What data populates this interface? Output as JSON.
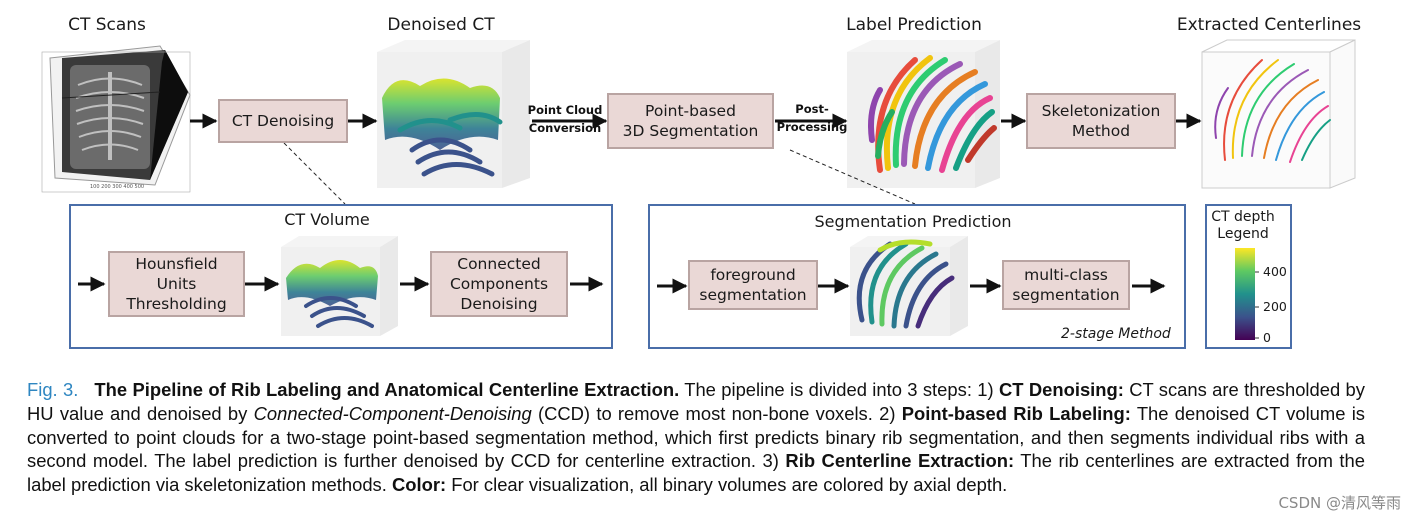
{
  "stages": {
    "ct_scans": "CT Scans",
    "denoised_ct": "Denoised CT",
    "label_prediction": "Label Prediction",
    "extracted_centerlines": "Extracted Centerlines"
  },
  "boxes": {
    "ct_denoising": "CT Denoising",
    "point_seg": "Point-based\n3D Segmentation",
    "skeleton": "Skeletonization\nMethod",
    "hounsfield": "Hounsfield\nUnits\nThresholding",
    "connected": "Connected\nComponents\nDenoising",
    "foreground": "foreground\nsegmentation",
    "multiclass": "multi-class\nsegmentation"
  },
  "arrow_labels": {
    "point_cloud": "Point Cloud\nConversion",
    "post_processing": "Post-\nProcessing"
  },
  "panels": {
    "ct_volume": "CT Volume",
    "segmentation_prediction": "Segmentation Prediction",
    "two_stage": "2-stage Method"
  },
  "legend": {
    "title": "CT depth\nLegend",
    "ticks": [
      "400",
      "200",
      "0"
    ],
    "colors": [
      "#fde725",
      "#5ec962",
      "#21918c",
      "#3b528b",
      "#440154"
    ]
  },
  "caption": {
    "fig_label": "Fig. 3.",
    "title": "The Pipeline of Rib Labeling and Anatomical Centerline Extraction.",
    "t1": " The pipeline is divided into 3 steps: 1) ",
    "b1": "CT Denoising:",
    "t2": " CT scans are thresholded by HU value and denoised by ",
    "i1": "Connected-Component-Denoising",
    "t3": " (CCD) to remove most non-bone voxels. 2) ",
    "b2": "Point-based Rib Labeling:",
    "t4": " The denoised CT volume is converted to point clouds for a two-stage point-based segmentation method, which first predicts binary rib segmentation, and then segments individual ribs with a second model. The label prediction is further denoised by CCD for centerline extraction. 3) ",
    "b3": "Rib Centerline Extraction:",
    "t5": " The rib centerlines are extracted from the label prediction via skeletonization methods. ",
    "b4": "Color:",
    "t6": " For clear visualization, all binary volumes are colored by axial depth."
  },
  "watermark": "CSDN @清风等雨"
}
